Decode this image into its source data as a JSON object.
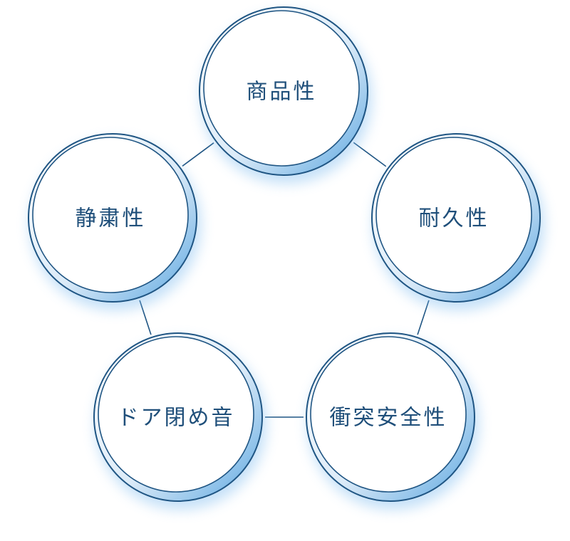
{
  "diagram": {
    "nodes": [
      {
        "id": "marketability",
        "label": "商品性"
      },
      {
        "id": "durability",
        "label": "耐久性"
      },
      {
        "id": "crash-safety",
        "label": "衝突安全性"
      },
      {
        "id": "door-closing-sound",
        "label": "ドア閉め音"
      },
      {
        "id": "quietness",
        "label": "静粛性"
      }
    ],
    "edges": [
      [
        "marketability",
        "durability"
      ],
      [
        "durability",
        "crash-safety"
      ],
      [
        "crash-safety",
        "door-closing-sound"
      ],
      [
        "door-closing-sound",
        "quietness"
      ],
      [
        "quietness",
        "marketability"
      ]
    ],
    "colors": {
      "ring_outer": "#1f5583",
      "ring_inner": "#5aa6e0",
      "glow": "#7fbcef",
      "label": "#1f4f7a",
      "background": "#ffffff"
    }
  }
}
